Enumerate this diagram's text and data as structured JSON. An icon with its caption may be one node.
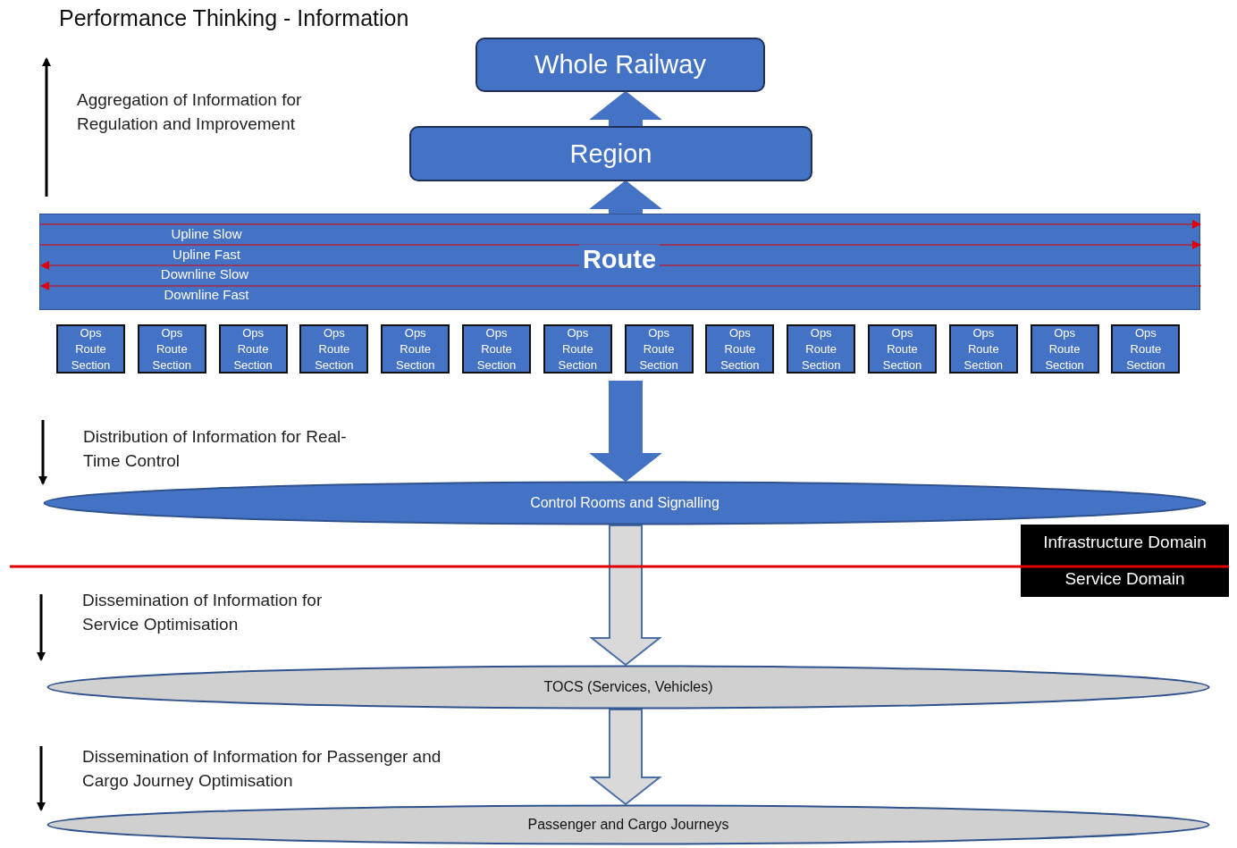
{
  "diagram": {
    "title": "Performance Thinking - Information",
    "nodes": [
      {
        "text": [
          "Whole Railway"
        ]
      },
      {
        "text": [
          "Region"
        ]
      },
      {
        "text": [
          "Upline Slow",
          "Upline Fast",
          "Route",
          "Downline Slow",
          "Downline Fast"
        ]
      },
      {
        "text": [
          "Ops Route Section"
        ]
      },
      {
        "text": [
          "Ops Route Section"
        ]
      },
      {
        "text": [
          "Ops Route Section"
        ]
      },
      {
        "text": [
          "Ops Route Section"
        ]
      },
      {
        "text": [
          "Ops Route Section"
        ]
      },
      {
        "text": [
          "Ops Route Section"
        ]
      },
      {
        "text": [
          "Ops Route Section"
        ]
      },
      {
        "text": [
          "Ops Route Section"
        ]
      },
      {
        "text": [
          "Ops Route Section"
        ]
      },
      {
        "text": [
          "Ops Route Section"
        ]
      },
      {
        "text": [
          "Ops Route Section"
        ]
      },
      {
        "text": [
          "Ops Route Section"
        ]
      },
      {
        "text": [
          "Ops Route Section"
        ]
      },
      {
        "text": [
          "Ops Route Section"
        ]
      },
      {
        "text": [
          "Control Rooms and Signalling"
        ]
      },
      {
        "text": [
          "TOCS (Services, Vehicles)"
        ]
      },
      {
        "text": [
          "Passenger and Cargo Journeys"
        ]
      },
      {
        "text": [
          "Infrastructure Domain",
          "Service Domain"
        ]
      }
    ],
    "edges": [
      {
        "from": 1,
        "to": 0,
        "arrow": "to"
      },
      {
        "from": 2,
        "to": 1,
        "arrow": "to"
      },
      {
        "from": null,
        "to": 17,
        "arrow": "to"
      },
      {
        "from": 17,
        "to": 18,
        "arrow": "to",
        "color": "#d9d9d9"
      },
      {
        "from": 18,
        "to": 19,
        "arrow": "to",
        "color": "#d9d9d9"
      }
    ],
    "labels": [
      "Aggregation of Information for Regulation and Improvement",
      "Distribution of Information for Real-Time Control",
      "Dissemination of Information for Service Optimisation",
      "Dissemination of Information for Passenger and Cargo Journey Optimisation"
    ]
  }
}
